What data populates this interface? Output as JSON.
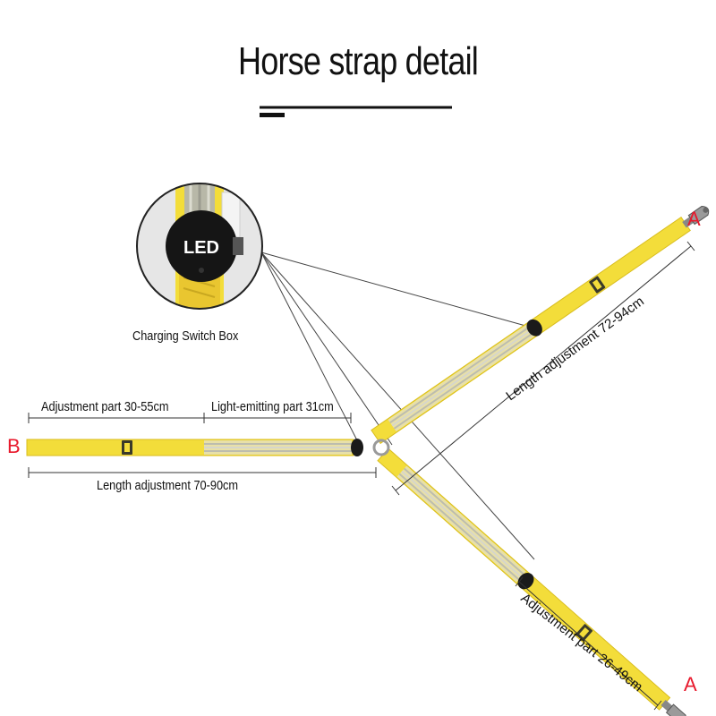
{
  "title": "Horse strap detail",
  "callout": {
    "led_label": "LED",
    "caption": "Charging Switch Box"
  },
  "labels": {
    "adjustment_part_b": "Adjustment part 30-55cm",
    "light_emitting_part": "Light-emitting part 31cm",
    "length_adjustment_b": "Length adjustment 70-90cm",
    "length_adjustment_a": "Length adjustment 72-94cm",
    "adjustment_part_a": "Adjustment part 26-49cm"
  },
  "ends": {
    "left": "B",
    "upper_right": "A",
    "lower_right": "A"
  },
  "colors": {
    "strap": "#f3dd3a",
    "strap_edge": "#d9bd1e",
    "reflective": "#c9c9b8",
    "end_label": "#e8192c",
    "buckle": "#3a3a2a"
  }
}
